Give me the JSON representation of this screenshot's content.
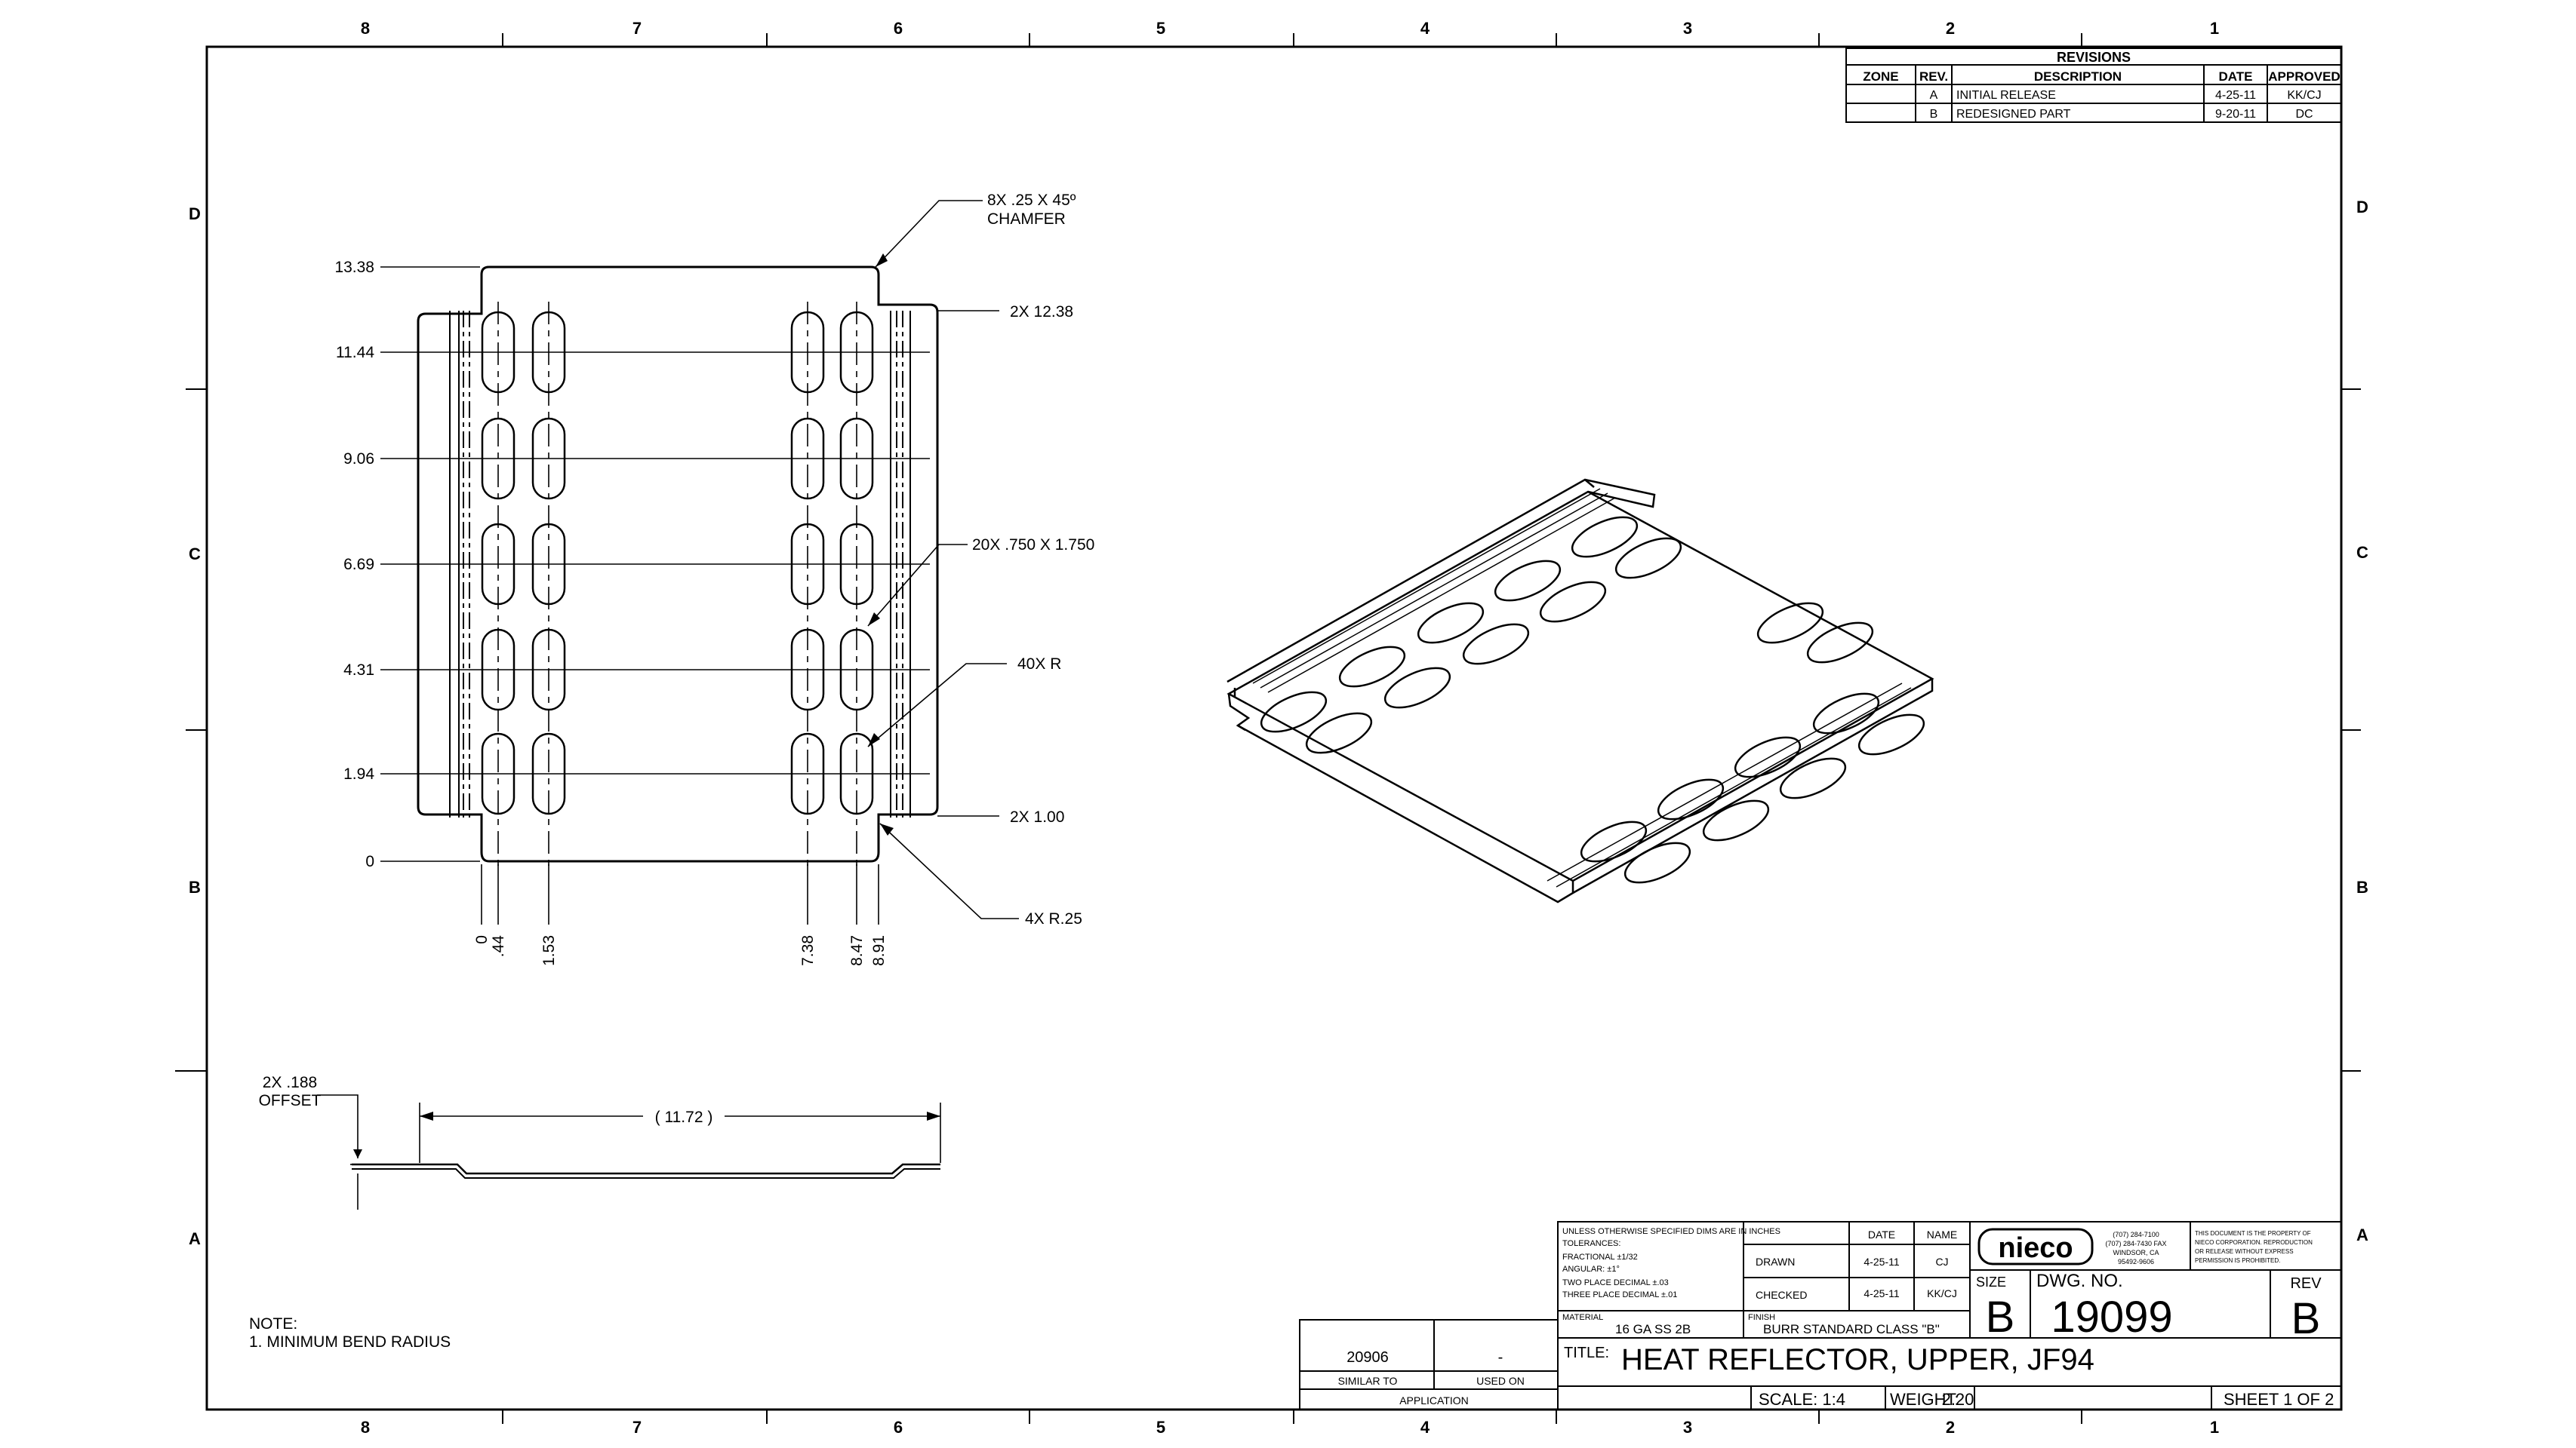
{
  "zones": {
    "columns": [
      "8",
      "7",
      "6",
      "5",
      "4",
      "3",
      "2",
      "1"
    ],
    "rows": [
      "D",
      "C",
      "B",
      "A"
    ]
  },
  "revisions": {
    "title": "REVISIONS",
    "headers": [
      "ZONE",
      "REV.",
      "DESCRIPTION",
      "DATE",
      "APPROVED"
    ],
    "rows": [
      {
        "zone": "",
        "rev": "A",
        "description": "INITIAL RELEASE",
        "date": "4-25-11",
        "approved": "KK/CJ"
      },
      {
        "zone": "",
        "rev": "B",
        "description": "REDESIGNED PART",
        "date": "9-20-11",
        "approved": "DC"
      }
    ]
  },
  "callouts": {
    "chamfer_1": "8X .25 X 45º",
    "chamfer_2": "CHAMFER",
    "top_flange": "2X 12.38",
    "slots": "20X .750 X 1.750",
    "radius": "40X R",
    "bottom_flange": "2X 1.00",
    "corner_radius": "4X R.25",
    "offset_1": "2X .188",
    "offset_2": "OFFSET",
    "width_ref": "( 11.72 )"
  },
  "y_dims": [
    {
      "label": "13.38",
      "value": 13.38
    },
    {
      "label": "11.44",
      "value": 11.44
    },
    {
      "label": "9.06",
      "value": 9.06
    },
    {
      "label": "6.69",
      "value": 6.69
    },
    {
      "label": "4.31",
      "value": 4.31
    },
    {
      "label": "1.94",
      "value": 1.94
    },
    {
      "label": "0",
      "value": 0
    }
  ],
  "x_dims": [
    {
      "label": "0",
      "value": 0
    },
    {
      "label": ".44",
      "value": 0.44
    },
    {
      "label": "1.53",
      "value": 1.53
    },
    {
      "label": "7.38",
      "value": 7.38
    },
    {
      "label": "8.47",
      "value": 8.47
    },
    {
      "label": "8.91",
      "value": 8.91
    }
  ],
  "note": {
    "heading": "NOTE:",
    "line1": "1.  MINIMUM BEND RADIUS"
  },
  "application": {
    "similar_value": "20906",
    "used_value": "-",
    "similar_label": "SIMILAR TO",
    "used_label": "USED ON",
    "title": "APPLICATION"
  },
  "title_block": {
    "tolerances_1": "UNLESS OTHERWISE SPECIFIED DIMS ARE IN INCHES",
    "tolerances_2": "TOLERANCES:",
    "tolerances_3": "FRACTIONAL ±1/32",
    "tolerances_4": "ANGULAR: ±1°",
    "tolerances_5": "TWO PLACE DECIMAL    ±.03",
    "tolerances_6": "THREE PLACE DECIMAL  ±.01",
    "date_h": "DATE",
    "name_h": "NAME",
    "drawn_label": "DRAWN",
    "drawn_date": "4-25-11",
    "drawn_name": "CJ",
    "checked_label": "CHECKED",
    "checked_date": "4-25-11",
    "checked_name": "KK/CJ",
    "material_label": "MATERIAL",
    "material_value": "16 GA SS 2B",
    "finish_label": "FINISH",
    "finish_value": "BURR STANDARD CLASS \"B\"",
    "logo": "nieco",
    "company_1": "(707) 284-7100",
    "company_2": "(707) 284-7430 FAX",
    "company_3": "WINDSOR, CA",
    "company_4": "95492-9606",
    "property_1": "THIS DOCUMENT IS THE PROPERTY OF",
    "property_2": "NIECO CORPORATION.  REPRODUCTION",
    "property_3": "OR RELEASE WITHOUT EXPRESS",
    "property_4": "PERMISSION IS PROHIBITED.",
    "size_label": "SIZE",
    "size_value": "B",
    "dwg_label": "DWG.  NO.",
    "dwg_value": "19099",
    "rev_label": "REV",
    "rev_value": "B",
    "title_label": "TITLE:",
    "title_value": "HEAT REFLECTOR, UPPER, JF94",
    "scale": "SCALE: 1:4",
    "weight_label": "WEIGHT:",
    "weight_value": "2.20",
    "sheet": "SHEET 1 OF 2"
  },
  "colors": {
    "ink": "#000000",
    "paper": "#ffffff"
  }
}
